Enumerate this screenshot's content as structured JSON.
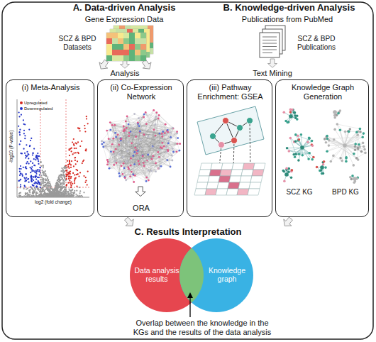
{
  "diagram": {
    "nodes": [
      {
        "text": [
          "(i) Meta-Analysis"
        ]
      },
      {
        "text": [
          "(ii) Co-Expression Network",
          "ORA"
        ]
      },
      {
        "text": [
          "(iii) Pathway Enrichment: GSEA"
        ]
      },
      {
        "text": [
          "Knowledge Graph Generation",
          "SCZ KG",
          "BPD KG"
        ]
      },
      {
        "text": [
          "Data analysis results"
        ]
      },
      {
        "text": [
          "Knowledge graph"
        ]
      }
    ],
    "labels": [
      "A. Data-driven Analysis",
      "Gene Expression Data",
      "SCZ & BPD Datasets",
      "Analysis",
      "B. Knowledge-driven Analysis",
      "Publications from PubMed",
      "SCZ & BPD Publications",
      "Text Mining",
      "-log10 (P-value)",
      "log2 (fold change)",
      "C. Results Interpretation",
      "Overlap between the knowledge in the KGs and the results of the data analysis"
    ],
    "legend": [
      {
        "text": "Upregulated",
        "color": "#d7261e"
      },
      {
        "text": "Downregulated",
        "color": "#2233c8"
      }
    ]
  }
}
